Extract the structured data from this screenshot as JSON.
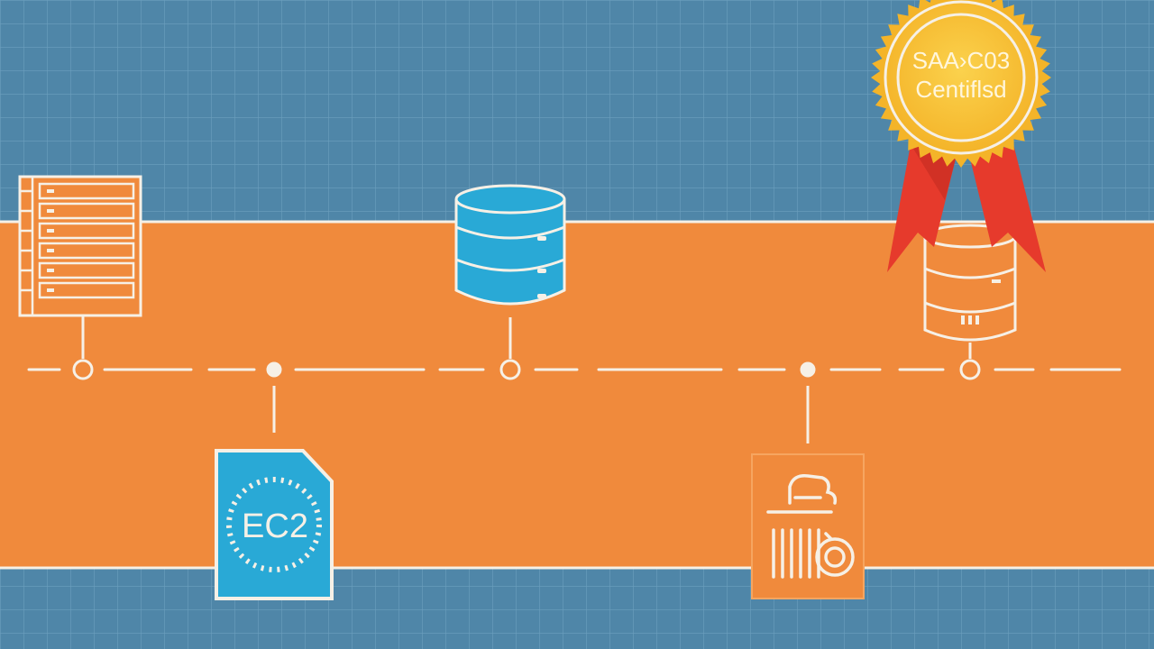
{
  "colors": {
    "background": "#4f86a8",
    "grid_line": "#6c9fbe",
    "band": "#f08a3c",
    "band_edge": "#f6f0e6",
    "line": "#f6f0e6",
    "cyan_icon": "#29a9d6",
    "badge_gold": "#f4b429",
    "badge_gold_light": "#fbd24d",
    "ribbon": "#e63a2c",
    "badge_text": "#fff6dc"
  },
  "badge": {
    "line1": "SAA›C03",
    "line2": "Centiflsd",
    "icon": "award-ribbon-icon"
  },
  "ec2_card": {
    "label": "EC2",
    "icon": "ec2-chip-document-icon"
  },
  "icons": {
    "server_rack": "server-rack-icon",
    "database_blue": "database-icon",
    "database_orange": "database-small-icon",
    "support_card": "support-helpdesk-icon"
  },
  "timeline": {
    "nodes": [
      {
        "kind": "hollow",
        "label": "server-rack"
      },
      {
        "kind": "solid",
        "label": "ec2"
      },
      {
        "kind": "hollow",
        "label": "database"
      },
      {
        "kind": "solid",
        "label": "support"
      },
      {
        "kind": "hollow",
        "label": "database-small"
      }
    ]
  }
}
